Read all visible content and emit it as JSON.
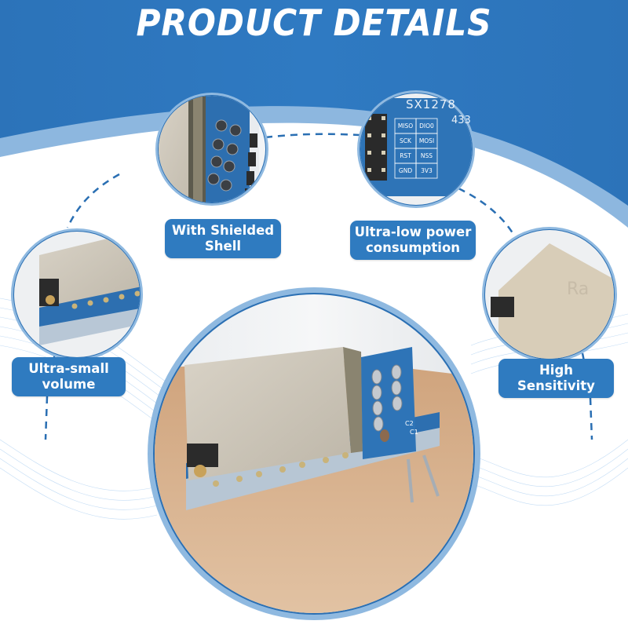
{
  "header": {
    "title": "PRODUCT DETAILS",
    "band_color": "#2e78bf",
    "arc_light_color": "#8db7df"
  },
  "features": [
    {
      "id": "shielded-shell",
      "line1": "With Shielded",
      "line2": "Shell"
    },
    {
      "id": "low-power",
      "line1": "Ultra-low power",
      "line2": "consumption"
    },
    {
      "id": "small-volume",
      "line1": "Ultra-small",
      "line2": "volume"
    },
    {
      "id": "high-sensitivity",
      "line1": "High",
      "line2": "Sensitivity"
    }
  ],
  "pin_labels": {
    "chip": "SX1278",
    "freq": "433",
    "rows": [
      [
        "MISO",
        "DIO0"
      ],
      [
        "SCK",
        "MOSI"
      ],
      [
        "RST",
        "NSS"
      ],
      [
        "GND",
        "3V3"
      ]
    ]
  },
  "board_marks": [
    "C2",
    "C1"
  ],
  "colors": {
    "accent": "#2f7bc0",
    "ring": "#8fb9e0",
    "ring_dark": "#2a6fb3",
    "pcb": "#2d6fb0",
    "shield": "#cfc8bb",
    "wood": "#d8b08c"
  }
}
